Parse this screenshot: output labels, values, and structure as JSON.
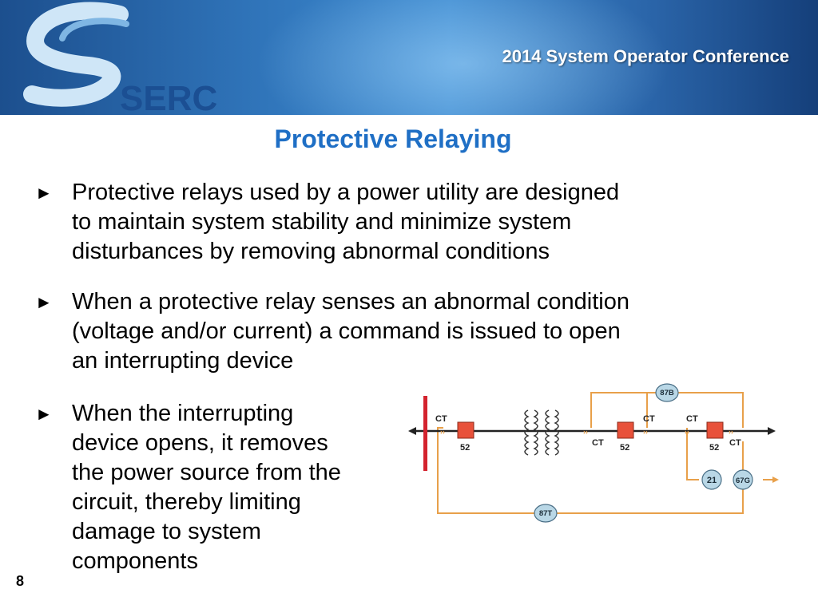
{
  "header": {
    "logo_text": "SERC",
    "conference": "2014 System Operator Conference"
  },
  "slide": {
    "title": "Protective  Relaying",
    "bullets": [
      "Protective relays used by a power utility are designed\nto maintain system stability and minimize system\ndisturbances by removing abnormal conditions",
      "When a protective relay senses an abnormal condition\n(voltage and/or current) a command is issued to open\nan interrupting device",
      "When the interrupting\ndevice opens, it removes\nthe power source from the\ncircuit, thereby limiting\ndamage to system\ncomponents"
    ],
    "bullet_symbol": "►",
    "page_number": "8"
  },
  "diagram": {
    "labels": {
      "ct1": "CT",
      "breaker1": "52",
      "ct2": "CT",
      "ct3": "CT",
      "breaker2": "52",
      "ct4": "CT",
      "ct5": "CT",
      "breaker3": "52",
      "relay_87b": "87B",
      "relay_87t": "87T",
      "relay_21": "21",
      "relay_67g": "67G"
    },
    "colors": {
      "bus": "#d3232e",
      "wire": "#e8a04a",
      "breaker": "#e8513a",
      "relay": "#b9d7e6",
      "line": "#222222"
    }
  }
}
